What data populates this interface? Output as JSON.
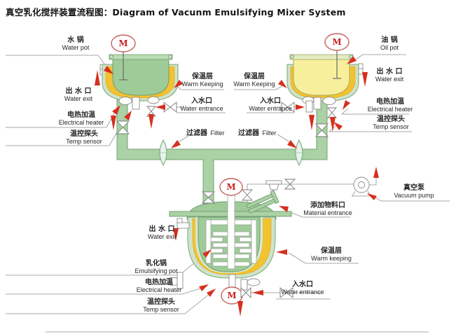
{
  "title": "真空乳化搅拌装置流程图：Diagram of Vacunm Emulsifying Mixer System",
  "motor_label": "M",
  "labels": {
    "water_pot": {
      "cn": "水 锅",
      "en": "Water pot"
    },
    "oil_pot": {
      "cn": "油 锅",
      "en": "Oil pot"
    },
    "water_exit_left": {
      "cn": "出 水 口",
      "en": "Water exit"
    },
    "water_exit_right": {
      "cn": "出 水 口",
      "en": "Water exit"
    },
    "water_exit_emul": {
      "cn": "出 水 口",
      "en": "Water exit"
    },
    "electrical_heater_left": {
      "cn": "电热加温",
      "en": "Electrical heater"
    },
    "electrical_heater_right": {
      "cn": "电热加温",
      "en": "Electrical heater"
    },
    "electrical_heater_emul": {
      "cn": "电热加温",
      "en": "Electrical heater"
    },
    "temp_sensor_left": {
      "cn": "温控探头",
      "en": "Temp sensor"
    },
    "temp_sensor_right": {
      "cn": "温控探头",
      "en": "Temp sensor"
    },
    "temp_sensor_emul": {
      "cn": "温控探头",
      "en": "Temp sensor"
    },
    "warm_keeping_left": {
      "cn": "保温层",
      "en": "Warm Keeping"
    },
    "warm_keeping_right": {
      "cn": "保温层",
      "en": "Warm Keeping"
    },
    "warm_keeping_emul": {
      "cn": "保温层",
      "en": "Warm keeping"
    },
    "water_entrance_left": {
      "cn": "入水口",
      "en": "Water entrance"
    },
    "water_entrance_right": {
      "cn": "入水口",
      "en": "Water entrance"
    },
    "water_entrance_emul": {
      "cn": "入水口",
      "en": "Water entrance"
    },
    "filter_left": {
      "cn": "过滤器",
      "en": "Filter"
    },
    "filter_right": {
      "cn": "过滤器",
      "en": "Filter"
    },
    "material_entrance": {
      "cn": "添加物料口",
      "en": "Material entrance"
    },
    "vacuum_pump": {
      "cn": "真空泵",
      "en": "Vacuum pump"
    },
    "emulsifying_pot": {
      "cn": "乳化锅",
      "en": "Emulsifying pot"
    }
  },
  "colors": {
    "pipe_green": "#aad2a4",
    "pot_green": "#9ecb98",
    "shell_green": "#cfe3cb",
    "warm_yellow": "#f2c230",
    "oil_yellow": "#f7ef9b",
    "arrow_red": "#d6301f",
    "motor_red": "#cc2222",
    "text": "#262626"
  }
}
